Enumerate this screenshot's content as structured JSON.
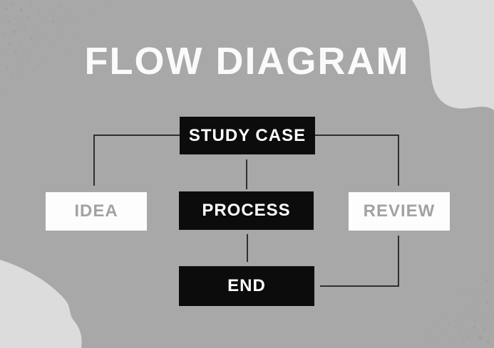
{
  "title": "FLOW DIAGRAM",
  "diagram": {
    "nodes": {
      "study_case": {
        "label": "STUDY CASE",
        "variant": "dark"
      },
      "idea": {
        "label": "IDEA",
        "variant": "light"
      },
      "process": {
        "label": "PROCESS",
        "variant": "dark"
      },
      "review": {
        "label": "REVIEW",
        "variant": "light"
      },
      "end": {
        "label": "END",
        "variant": "dark"
      }
    },
    "edges": [
      {
        "from": "study_case",
        "to": "idea"
      },
      {
        "from": "study_case",
        "to": "process"
      },
      {
        "from": "study_case",
        "to": "review"
      },
      {
        "from": "process",
        "to": "end"
      },
      {
        "from": "review",
        "to": "end"
      }
    ]
  },
  "colors": {
    "background": "#a8a8a8",
    "blob": "#dcdcdc",
    "speckle": "#9b9b9b",
    "connector": "#2f2f2f",
    "node_dark_bg": "#0c0c0c",
    "node_dark_text": "#ffffff",
    "node_light_bg": "#fdfdfd",
    "node_light_text": "#a2a2a2",
    "title_text": "#fafafa"
  }
}
